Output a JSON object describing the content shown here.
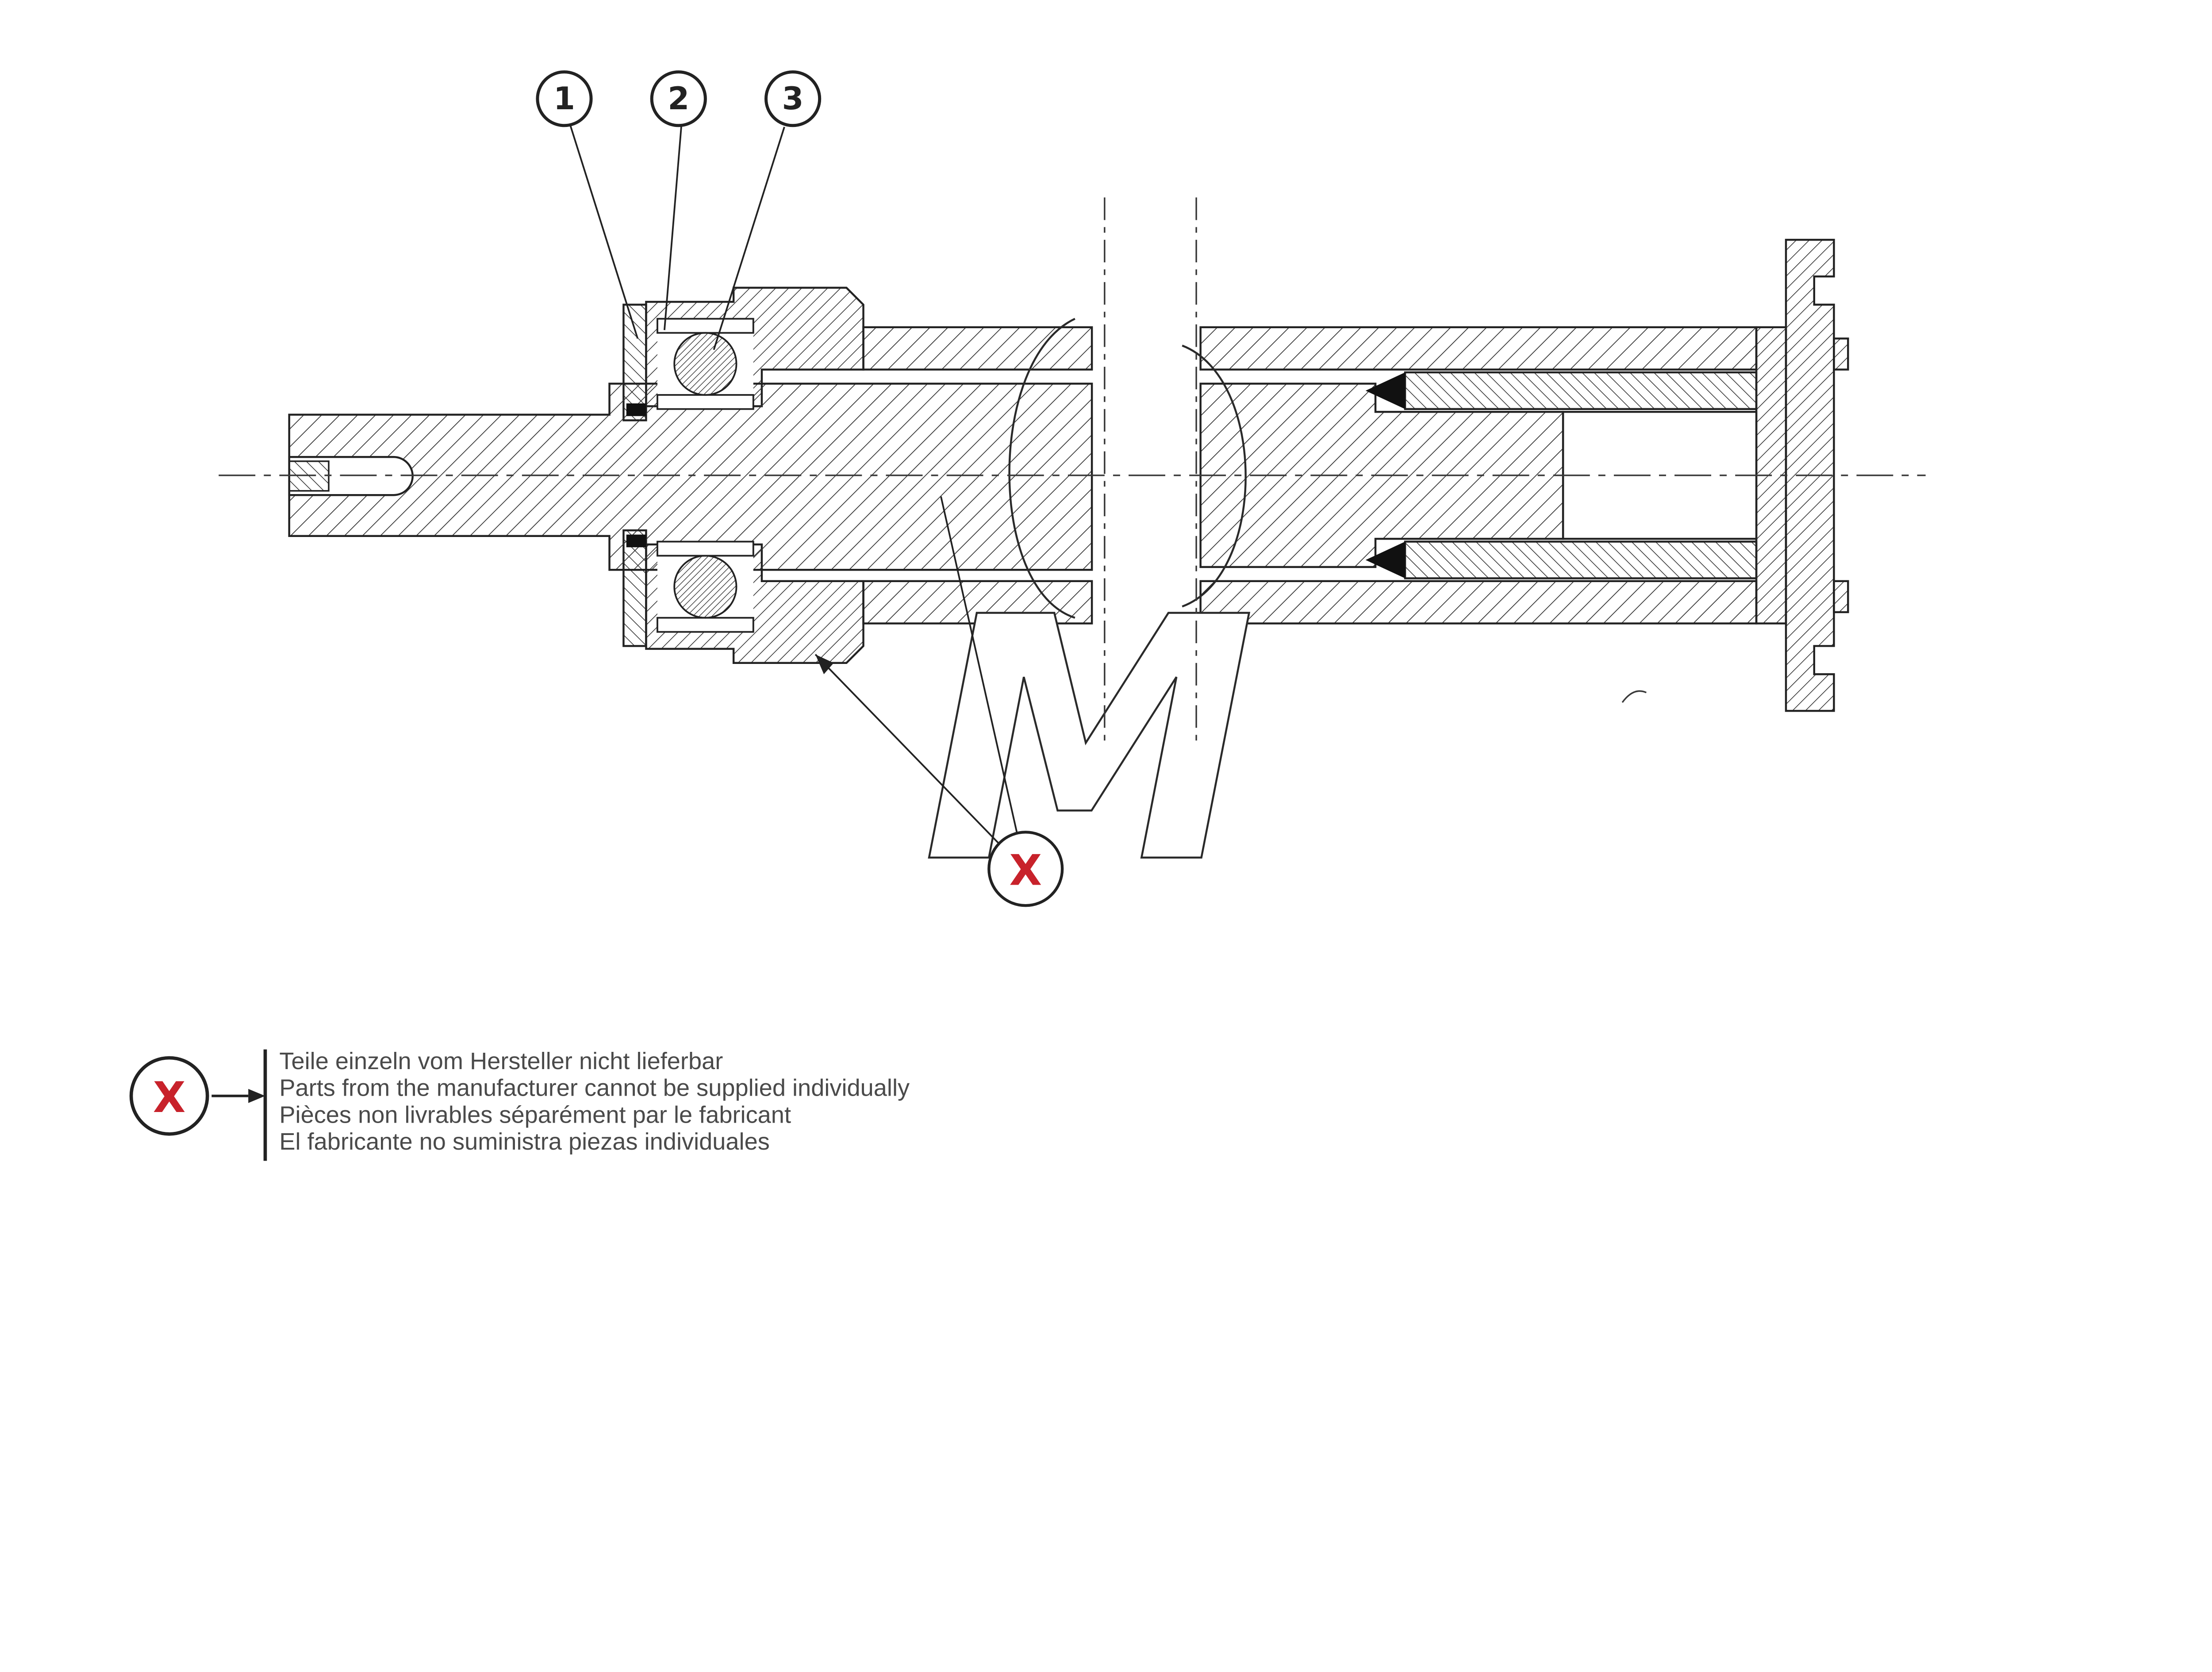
{
  "drawing": {
    "balloons": [
      {
        "label": "1"
      },
      {
        "label": "2"
      },
      {
        "label": "3"
      }
    ],
    "x_callout": {
      "label": "X"
    },
    "watermark": "M"
  },
  "legend": {
    "marker": "X",
    "lines": [
      "Teile einzeln vom Hersteller nicht lieferbar",
      "Parts from the manufacturer cannot be supplied individually",
      "Pièces non livrables séparément par le fabricant",
      "El fabricante no suministra piezas individuales"
    ]
  },
  "colors": {
    "accent_red": "#c8222b",
    "line_dark": "#222222",
    "text_gray": "#4a4a4a"
  }
}
